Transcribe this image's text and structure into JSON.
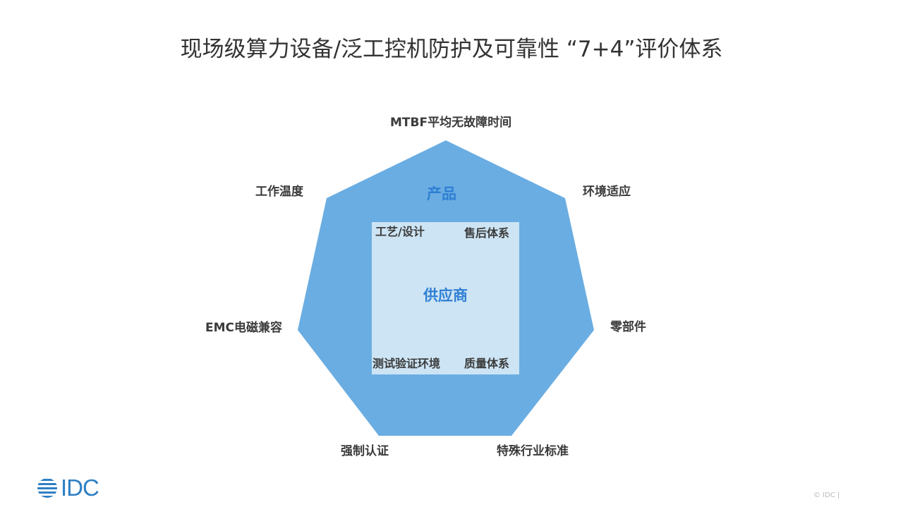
{
  "title": "现场级算力设备/泛工控机防护及可靠性 “7+4”评价体系",
  "colors": {
    "heptagon_fill": "#6aade2",
    "inner_square_fill": "#cde4f4",
    "center_label": "#2e7fd4",
    "label_text": "#3b3b3b",
    "logo": "#2e7fc4"
  },
  "product": {
    "label": "产品",
    "attributes": [
      {
        "position": "top",
        "label": "MTBF平均无故障时间"
      },
      {
        "position": "upper-right",
        "label": "环境适应"
      },
      {
        "position": "right",
        "label": "零部件"
      },
      {
        "position": "lower-right",
        "label": "特殊行业标准"
      },
      {
        "position": "lower-left",
        "label": "强制认证"
      },
      {
        "position": "left",
        "label": "EMC电磁兼容"
      },
      {
        "position": "upper-left",
        "label": "工作温度"
      }
    ]
  },
  "supplier": {
    "label": "供应商",
    "attributes": [
      {
        "position": "top-left",
        "label": "工艺/设计"
      },
      {
        "position": "top-right",
        "label": "售后体系"
      },
      {
        "position": "bottom-left",
        "label": "测试验证环境"
      },
      {
        "position": "bottom-right",
        "label": "质量体系"
      }
    ]
  },
  "footer": {
    "logo_text": "IDC",
    "logo_icon": "idc-globe-icon",
    "copyright": "© IDC |"
  }
}
